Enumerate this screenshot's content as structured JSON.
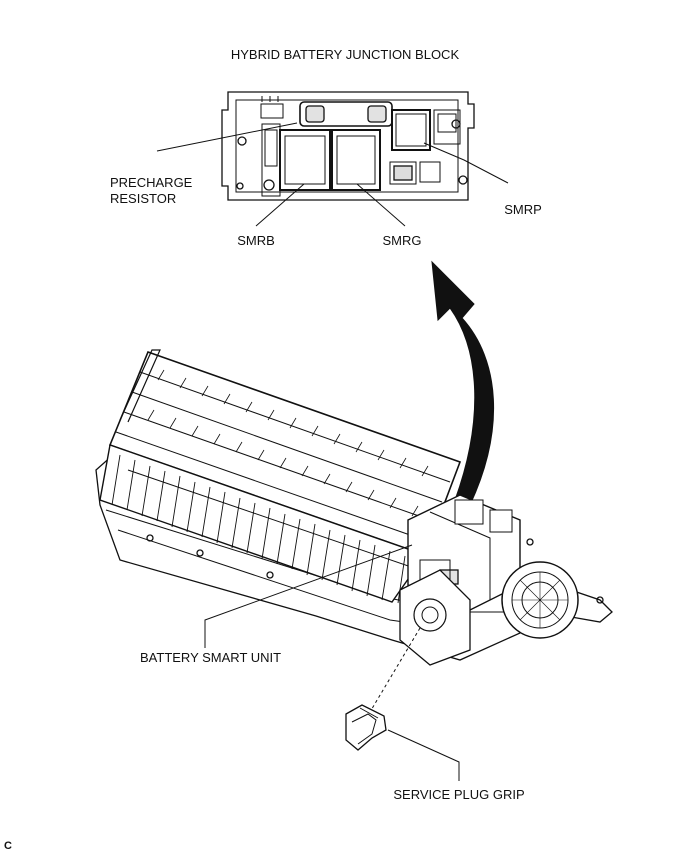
{
  "diagram": {
    "title": "HYBRID BATTERY JUNCTION BLOCK",
    "labels": {
      "precharge_resistor_line1": "PRECHARGE",
      "precharge_resistor_line2": "RESISTOR",
      "smrb": "SMRB",
      "smrg": "SMRG",
      "smrp": "SMRP",
      "battery_smart_unit": "BATTERY SMART UNIT",
      "service_plug_grip": "SERVICE PLUG GRIP"
    },
    "corner_code": "C"
  }
}
